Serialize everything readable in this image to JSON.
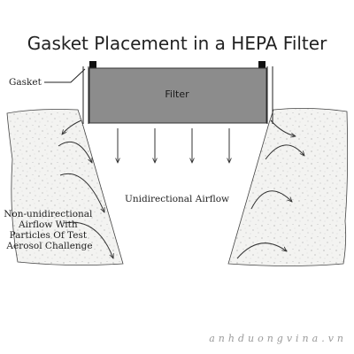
{
  "diagram": {
    "title": "Gasket Placement in a HEPA Filter",
    "filter_label": "Filter",
    "gasket_label": "Gasket",
    "unidirectional_label": "Unidirectional Airflow",
    "nonuni_label_lines": [
      "Non-unidirectional",
      "Airflow With",
      "Particles  Of Test",
      "Aerosol Challenge"
    ],
    "watermark": "anhduongvina.vn",
    "colors": {
      "filter_fill": "#8c8c8c",
      "gasket_fill": "#111111",
      "concrete_fill": "#f0f0ee",
      "line": "#222222"
    }
  }
}
